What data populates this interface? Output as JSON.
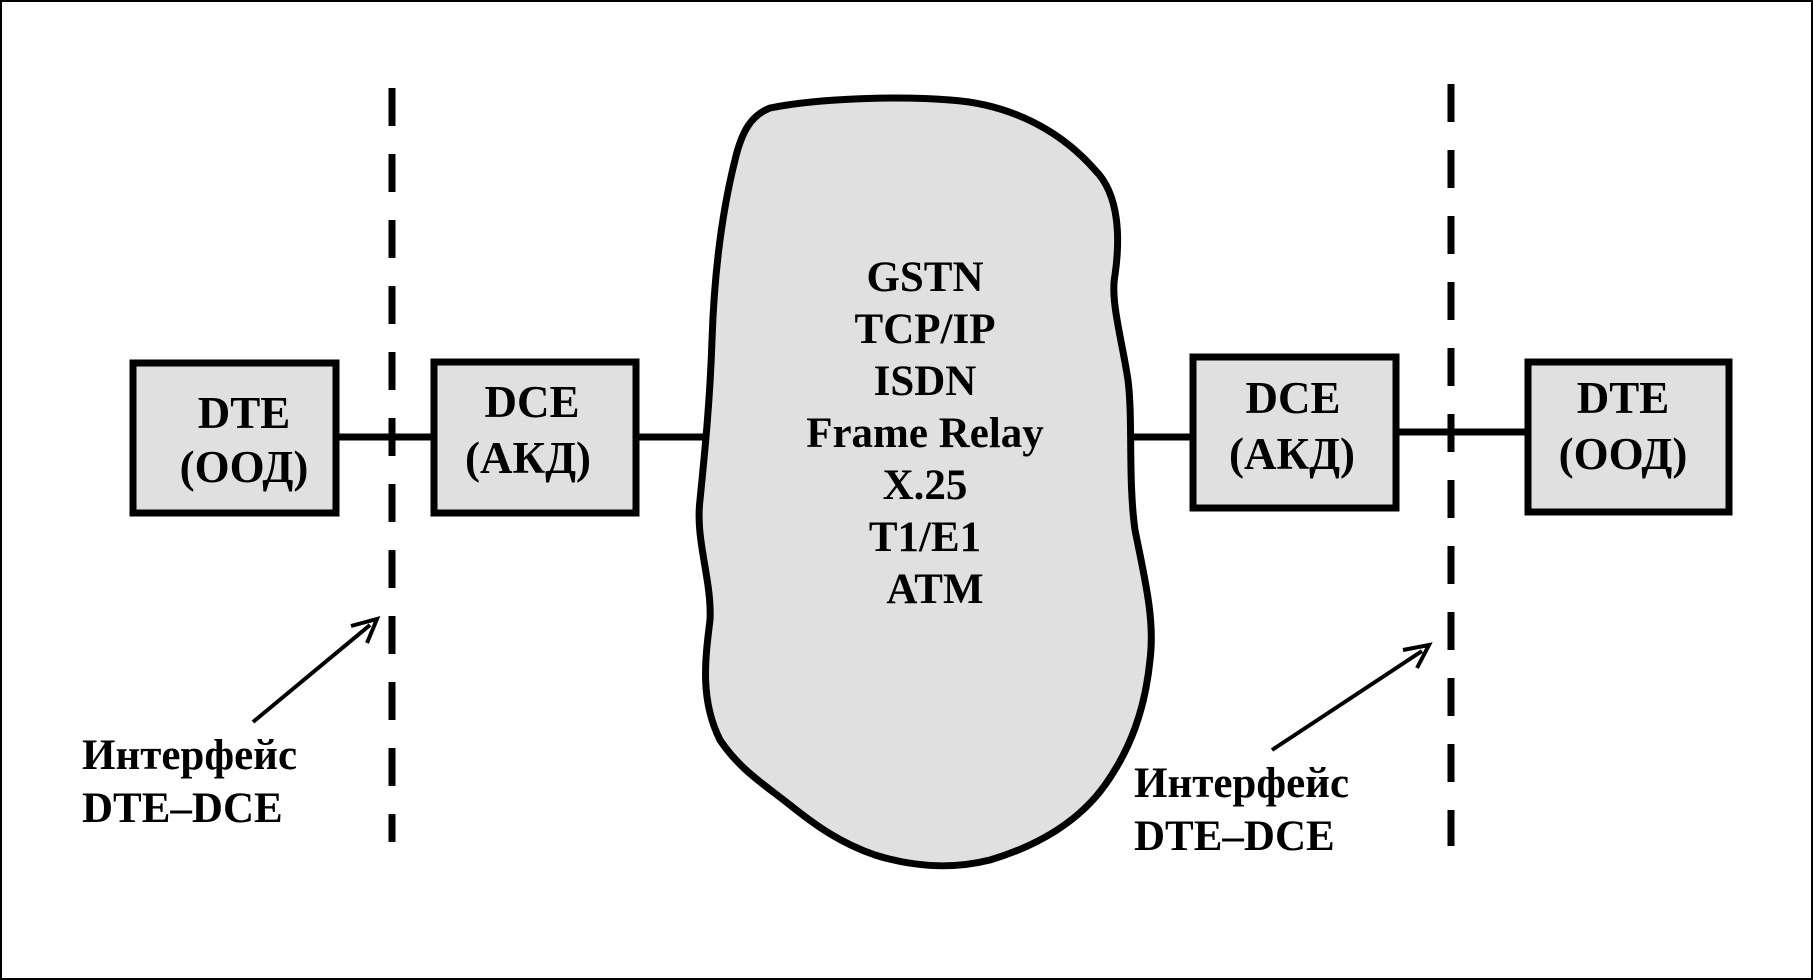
{
  "colors": {
    "stroke": "#000000",
    "box_fill": "#e0e0e0",
    "cloud_fill": "#e0e0e0",
    "background": "#ffffff"
  },
  "boxes": {
    "dte_left": {
      "line1": "DTE",
      "line2": "(ООД)"
    },
    "dce_left": {
      "line1": "DCE",
      "line2": "(АКД)"
    },
    "dce_right": {
      "line1": "DCE",
      "line2": "(АКД)"
    },
    "dte_right": {
      "line1": "DTE",
      "line2": "(ООД)"
    }
  },
  "network": {
    "items": [
      "GSTN",
      "TCP/IP",
      "ISDN",
      "Frame Relay",
      "X.25",
      "T1/E1",
      "ATM"
    ]
  },
  "interfaces": {
    "left": {
      "line1": "Интерфейс",
      "line2": "DTE–DCE"
    },
    "right": {
      "line1": "Интерфейс",
      "line2": "DTE–DCE"
    }
  }
}
